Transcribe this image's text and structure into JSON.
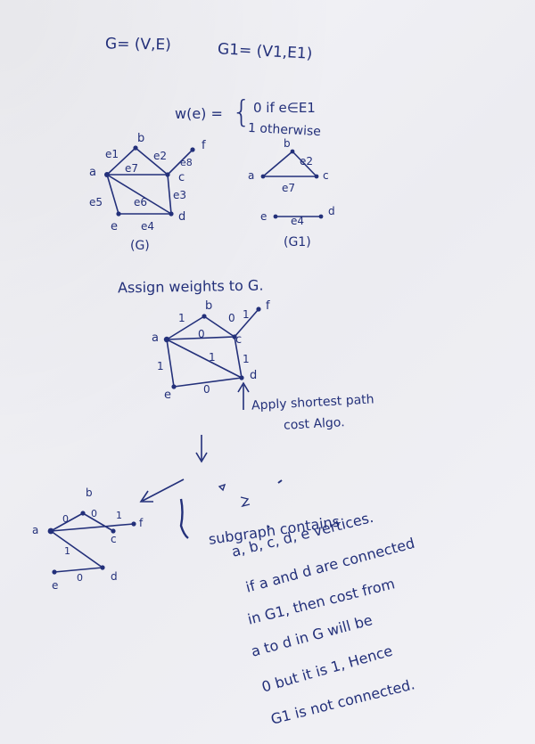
{
  "header": {
    "g_def": "G= (V,E)",
    "g1_def": "G1= (V1,E1)",
    "w_lhs": "w(e) =",
    "w_case1": "0  if e∈E1",
    "w_case2": "1   otherwise"
  },
  "graph_g": {
    "vertices": {
      "a": "a",
      "b": "b",
      "c": "c",
      "d": "d",
      "e": "e",
      "f": "f"
    },
    "edges": {
      "e1": "e1",
      "e2": "e2",
      "e3": "e3",
      "e4": "e4",
      "e5": "e5",
      "e6": "e6",
      "e7": "e7",
      "e8": "e8"
    },
    "caption": "(G)"
  },
  "graph_g1": {
    "vertices": {
      "a": "a",
      "b": "b",
      "c": "c",
      "d": "d",
      "e": "e"
    },
    "edges": {
      "e2": "e2",
      "e7": "e7",
      "e4": "e4"
    },
    "caption": "(G1)"
  },
  "assign_text": "Assign weights to G.",
  "weighted_graph": {
    "vertices": {
      "a": "a",
      "b": "b",
      "c": "c",
      "d": "d",
      "e": "e",
      "f": "f"
    },
    "weights": {
      "ab": "1",
      "bc": "0",
      "cf": "1",
      "ac": "0",
      "ad": "1",
      "ae": "1",
      "ed": "0",
      "cd": "1"
    }
  },
  "apply_text": [
    "Apply shortest path",
    "cost Algo."
  ],
  "result_graph": {
    "vertices": {
      "a": "a",
      "b": "b",
      "c": "c",
      "d": "d",
      "e": "e",
      "f": "f"
    },
    "weights": {
      "ab": "0",
      "bc": "0",
      "cf": "1",
      "ad": "1",
      "ed": "0"
    }
  },
  "conclusion": [
    "subgraph contains",
    "a, b, c, d, e  vertices.",
    "if a and d are connected",
    "in G1, then cost from",
    "a to d in G will be",
    "0 but it is 1, Hence",
    "G1 is not connected."
  ]
}
